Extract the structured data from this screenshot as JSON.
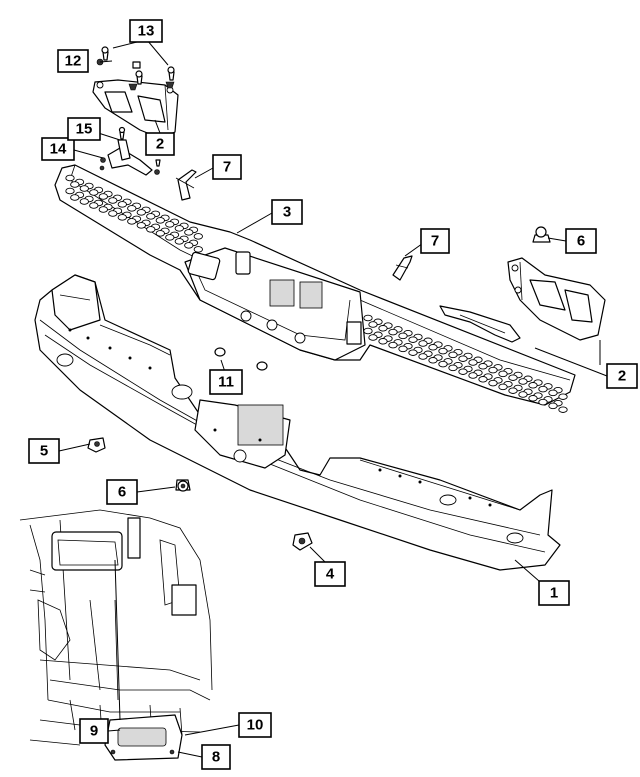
{
  "callouts": [
    {
      "label": "1"
    },
    {
      "label": "2"
    },
    {
      "label": "2"
    },
    {
      "label": "3"
    },
    {
      "label": "4"
    },
    {
      "label": "5"
    },
    {
      "label": "6"
    },
    {
      "label": "6"
    },
    {
      "label": "7"
    },
    {
      "label": "7"
    },
    {
      "label": "8"
    },
    {
      "label": "9"
    },
    {
      "label": "10"
    },
    {
      "label": "11"
    },
    {
      "label": "12"
    },
    {
      "label": "13"
    },
    {
      "label": "14"
    },
    {
      "label": "15"
    }
  ],
  "colors": {
    "line": "#000000",
    "background": "#ffffff",
    "shade": "#d9d9d9"
  }
}
